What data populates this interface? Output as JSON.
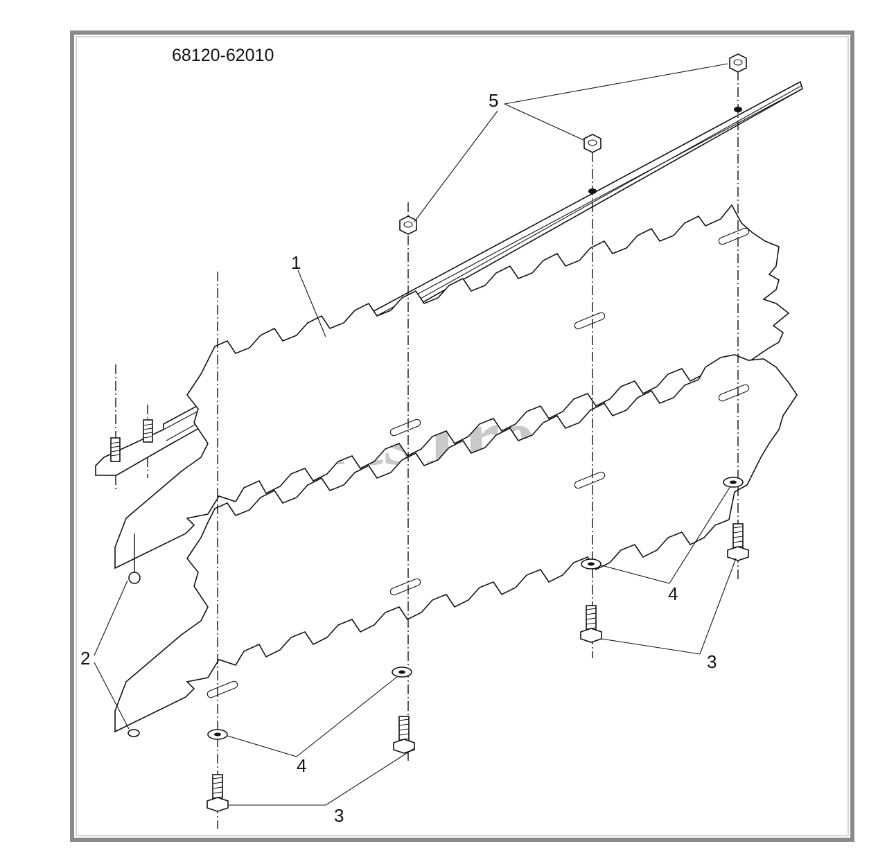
{
  "diagram": {
    "part_number": "68120-62010",
    "watermark": "PartsTree",
    "callouts": {
      "c1": "1",
      "c2": "2",
      "c3a": "3",
      "c3b": "3",
      "c4a": "4",
      "c4b": "4",
      "c5": "5"
    }
  }
}
